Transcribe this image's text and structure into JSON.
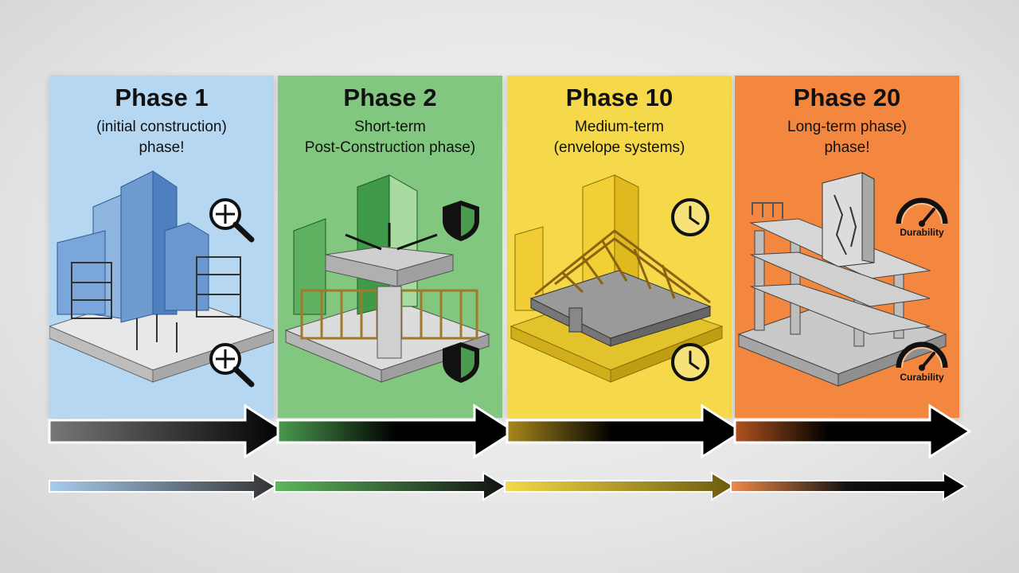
{
  "phases": [
    {
      "title": "Phase 1",
      "line1": "(initial construction)",
      "line2": "phase!",
      "color": "#b6d7f1"
    },
    {
      "title": "Phase 2",
      "line1": "Short-term",
      "line2": "Post-Construction phase)",
      "color": "#82c77f"
    },
    {
      "title": "Phase 10",
      "line1": "Medium-term",
      "line2": "(envelope systems)",
      "color": "#f5d94a"
    },
    {
      "title": "Phase 20",
      "line1": "Long-term phase)",
      "line2": "phase!",
      "color": "#f4873f"
    }
  ],
  "icons": {
    "phase1": "magnifier-crosshair-icon",
    "phase2": "shield-icon",
    "phase3": "clock-icon",
    "phase4": "gauge-icon"
  },
  "gauge_labels": {
    "top": "Durability",
    "bottom": "Curability"
  }
}
